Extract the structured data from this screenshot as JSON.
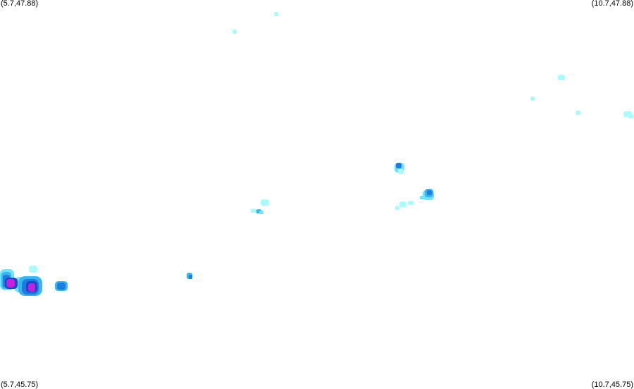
{
  "corners": {
    "top_left": "(5.7,47.88)",
    "top_right": "(10.7,47.88)",
    "bottom_left": "(5.7,45.75)",
    "bottom_right": "(10.7,45.75)"
  },
  "palette": {
    "level_1": "#aafcfc",
    "level_2": "#6fe4f8",
    "level_3": "#38b4f0",
    "level_4": "#1e7ce0",
    "level_5": "#1448c8",
    "level_6": "#c81ee0"
  }
}
